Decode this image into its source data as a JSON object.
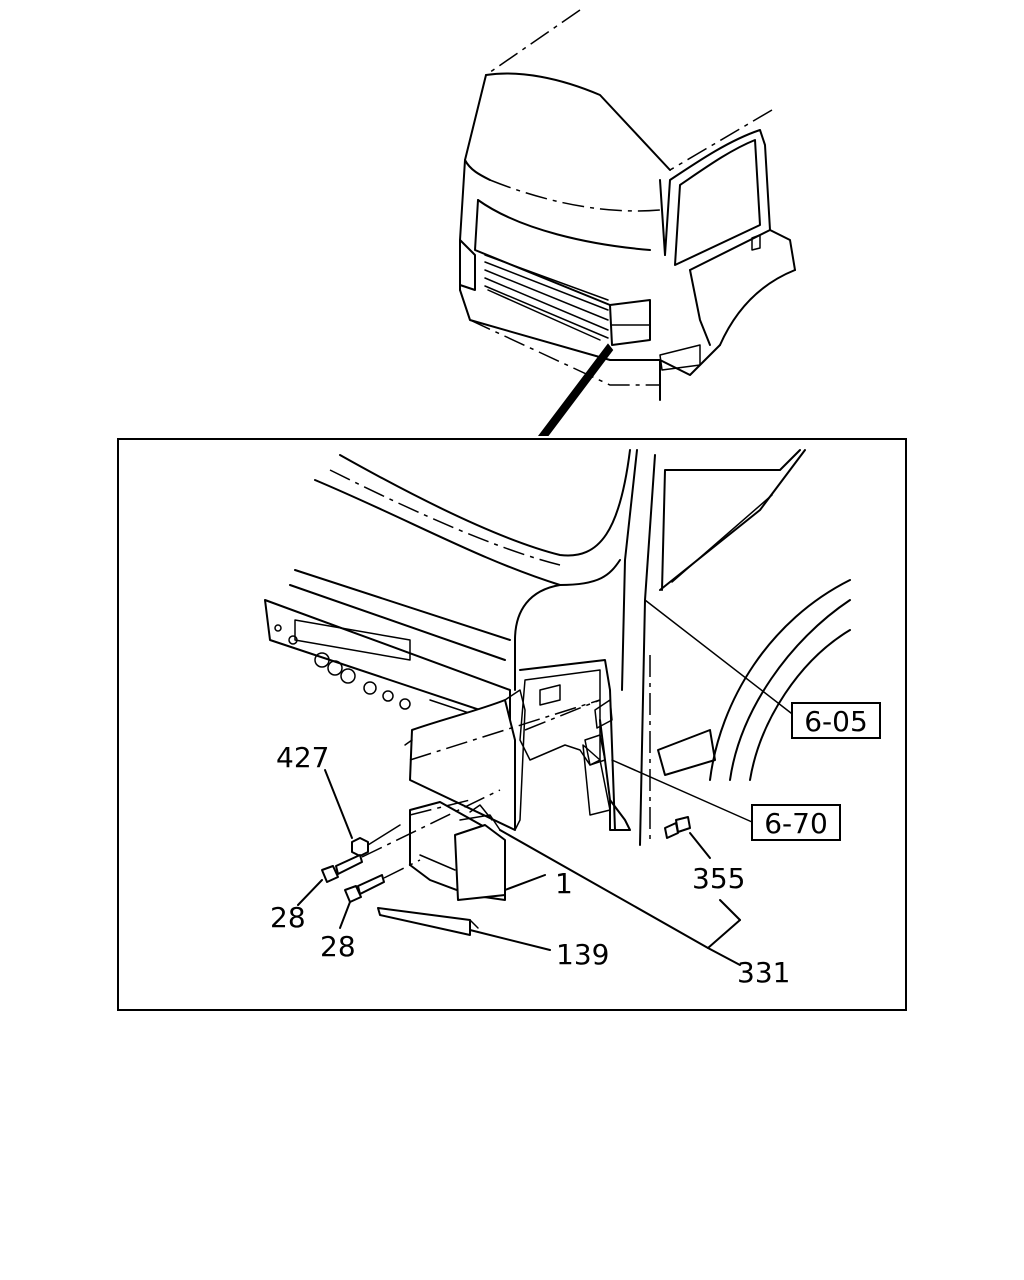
{
  "callouts": {
    "ref_cab": "6-05",
    "ref_bracket": "6-70",
    "nut": "427",
    "bolt_upper": "28",
    "bolt_lower": "28",
    "lamp": "1",
    "cover": "139",
    "screw": "355",
    "assembly": "331"
  }
}
